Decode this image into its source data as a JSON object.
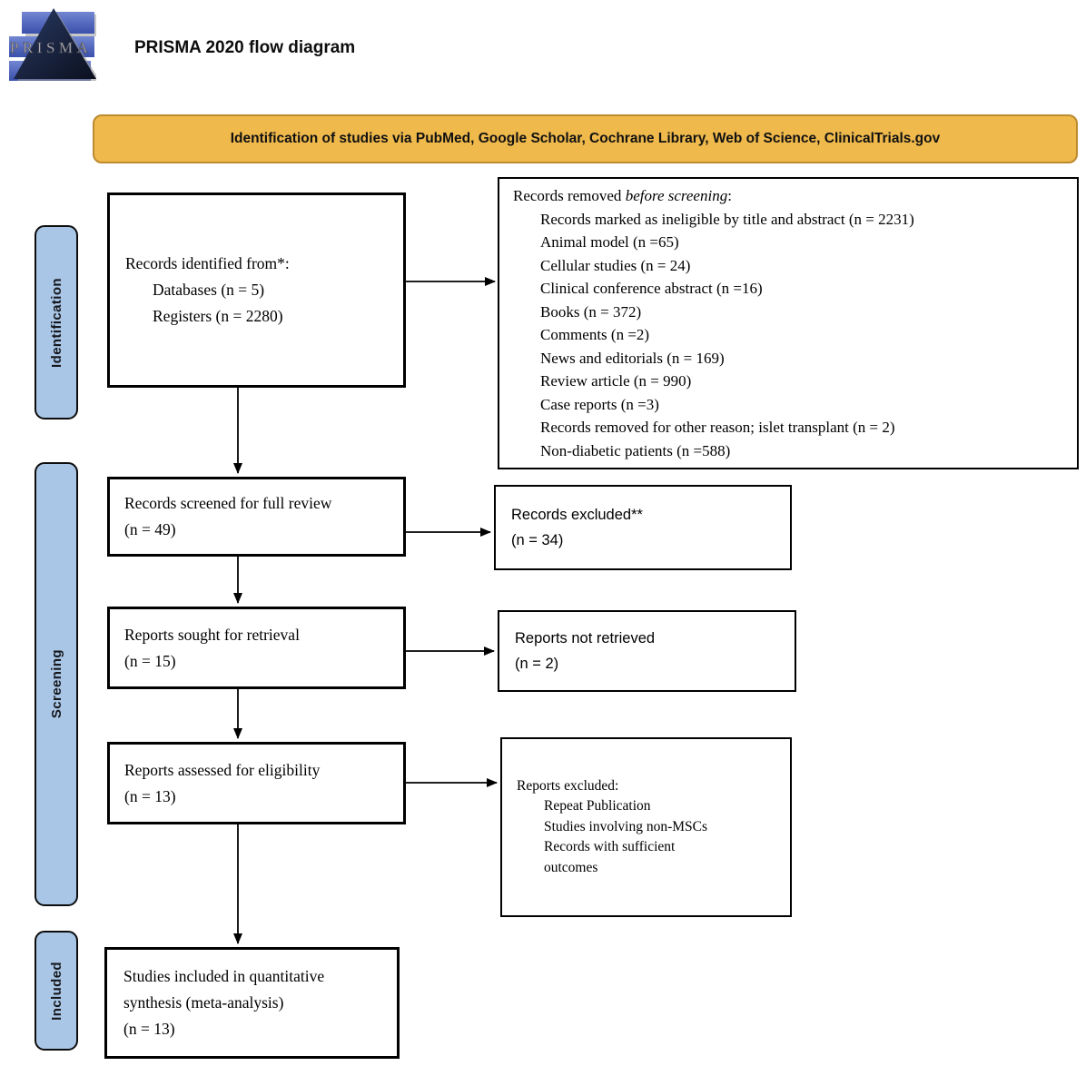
{
  "header": {
    "logo_text": "PRISMA",
    "title": "PRISMA 2020 flow diagram"
  },
  "banner": {
    "text": "Identification of studies via PubMed, Google Scholar, Cochrane Library, Web of Science, ClinicalTrials.gov"
  },
  "stages": [
    {
      "label": "Identification"
    },
    {
      "label": "Screening"
    },
    {
      "label": "Included"
    }
  ],
  "boxes": {
    "records_identified": {
      "title": "Records identified from*:",
      "items": [
        "Databases (n = 5)",
        "Registers (n = 2280)"
      ]
    },
    "records_removed": {
      "title_prefix": "Records removed ",
      "title_italic": "before screening",
      "title_suffix": ":",
      "items": [
        "Records marked as ineligible by title and abstract (n = 2231)",
        "Animal model (n =65)",
        "Cellular studies (n = 24)",
        "Clinical conference abstract (n =16)",
        "Books (n = 372)",
        "Comments (n =2)",
        "News and editorials (n = 169)",
        "Review article (n = 990)",
        "Case reports (n =3)",
        "Records removed for other reason; islet transplant (n = 2)",
        "Non-diabetic patients (n =588)"
      ]
    },
    "records_screened": {
      "line1": "Records screened for full review",
      "line2": "(n = 49)"
    },
    "records_excluded": {
      "line1": "Records excluded**",
      "line2": "(n = 34)"
    },
    "reports_sought": {
      "line1": "Reports sought for retrieval",
      "line2": "(n = 15)"
    },
    "reports_not_retrieved": {
      "line1": "Reports not retrieved",
      "line2": "(n = 2)"
    },
    "reports_assessed": {
      "line1": "Reports assessed for eligibility",
      "line2": "(n = 13)"
    },
    "reports_excluded": {
      "title": "Reports excluded:",
      "items": [
        "Repeat Publication",
        "Studies involving non-MSCs",
        "Records with sufficient",
        "outcomes"
      ]
    },
    "studies_included": {
      "line1": "Studies included in quantitative",
      "line2": "synthesis (meta-analysis)",
      "line3": "(n = 13)"
    }
  },
  "colors": {
    "banner_bg": "#EFB94C",
    "banner_border": "#BC8A2F",
    "stage_bg": "#A9C6E6",
    "arrow": "#000000"
  }
}
